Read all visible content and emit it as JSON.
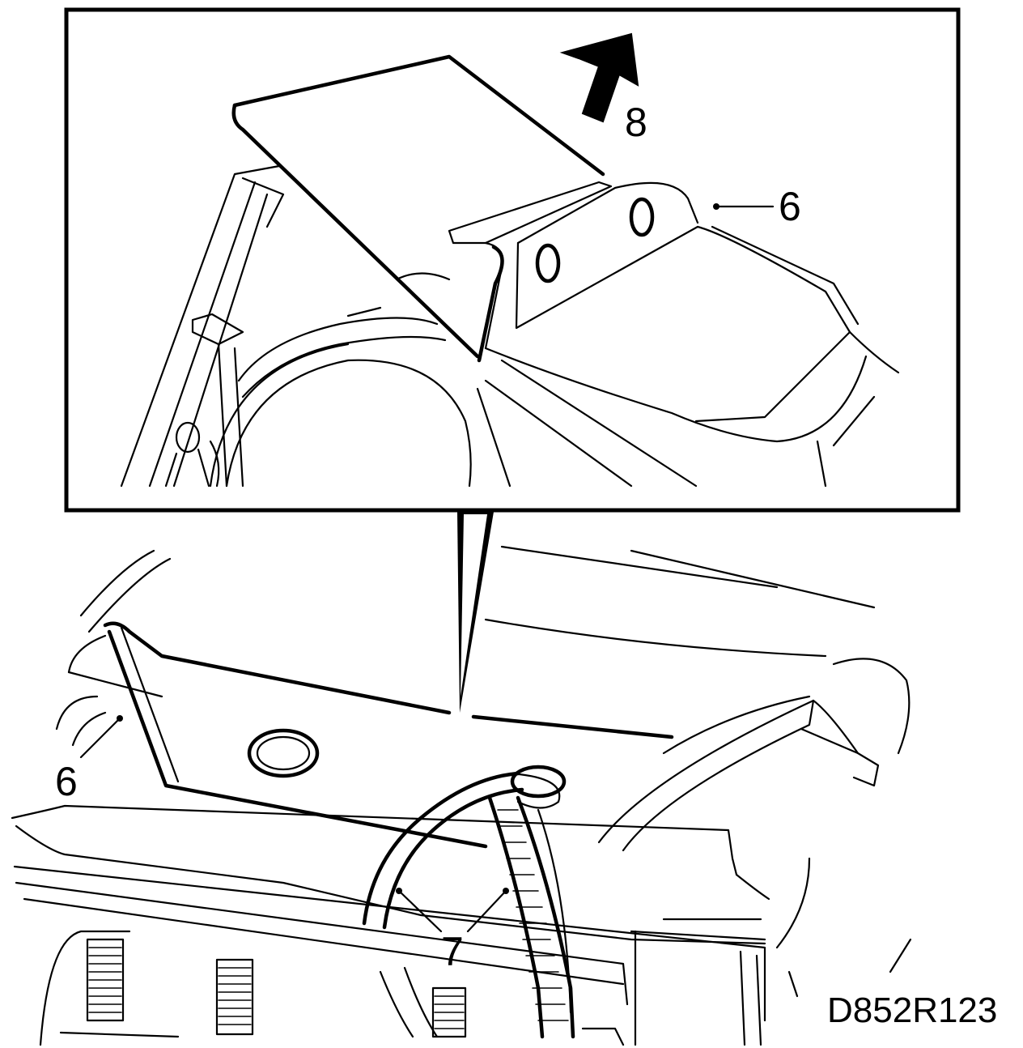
{
  "callouts": {
    "detail_part_6": "6",
    "detail_arrow_8": "8",
    "main_part_6": "6",
    "main_part_7": "7"
  },
  "figure_code": "D852R123"
}
